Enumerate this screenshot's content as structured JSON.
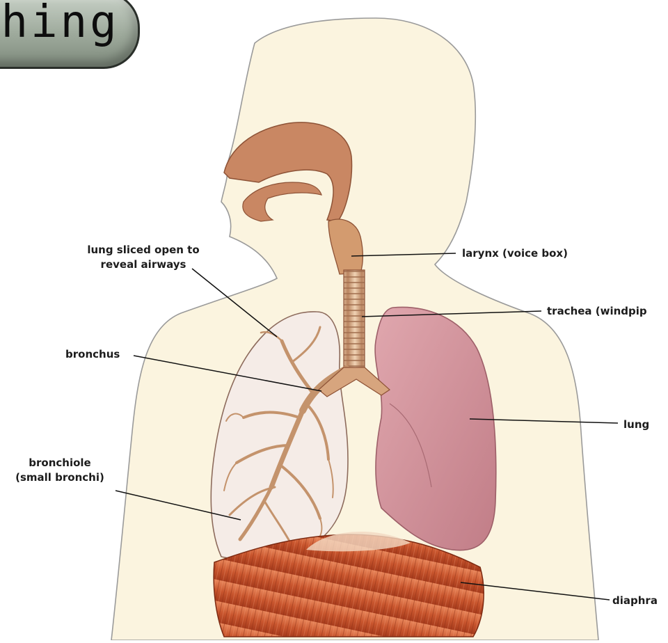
{
  "title": "thing",
  "labels": {
    "lung_sliced": [
      "lung sliced open to",
      "reveal airways"
    ],
    "larynx": "larynx (voice box)",
    "trachea": "trachea (windpip",
    "bronchus": "bronchus",
    "lung": "lung",
    "bronchiole": [
      "bronchiole",
      "(small bronchi)"
    ],
    "diaphragm": "diaphra"
  },
  "colors": {
    "skin": "#fbf4df",
    "outline": "#9a9a9a",
    "airway": "#d39b6f",
    "nasal": "#c98763",
    "lung_left": "#f5ece7",
    "lung_right": "#cf8f98",
    "diaphragm": "#c9562e"
  }
}
